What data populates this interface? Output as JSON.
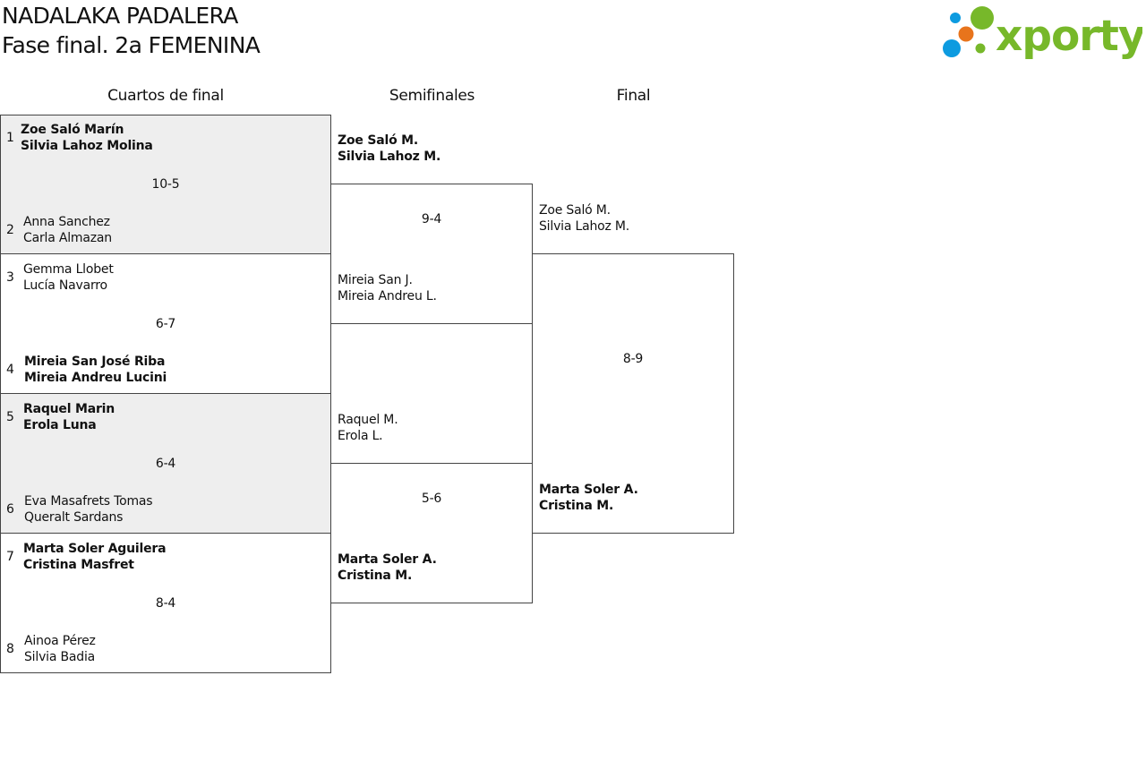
{
  "header": {
    "title": "NADALAKA PADALERA",
    "subtitle": "Fase final. 2a FEMENINA"
  },
  "logo": {
    "text": "xporty",
    "colors": {
      "green": "#77b82a",
      "blue": "#0d9be0",
      "orange": "#e8741c"
    }
  },
  "rounds": {
    "quarters": "Cuartos de final",
    "semis": "Semifinales",
    "final": "Final"
  },
  "quarterfinals": [
    {
      "top": {
        "seed": "1",
        "p1": "Zoe Saló Marín",
        "p2": "Silvia Lahoz Molina",
        "winner": true
      },
      "score": "10-5",
      "bottom": {
        "seed": "2",
        "p1": "Anna Sanchez",
        "p2": "Carla Almazan",
        "winner": false
      }
    },
    {
      "top": {
        "seed": "3",
        "p1": "Gemma Llobet",
        "p2": "Lucía Navarro",
        "winner": false
      },
      "score": "6-7",
      "bottom": {
        "seed": "4",
        "p1": "Mireia San José Riba",
        "p2": "Mireia Andreu Lucini",
        "winner": true
      }
    },
    {
      "top": {
        "seed": "5",
        "p1": "Raquel Marin",
        "p2": "Erola Luna",
        "winner": true
      },
      "score": "6-4",
      "bottom": {
        "seed": "6",
        "p1": "Eva Masafrets Tomas",
        "p2": "Queralt Sardans",
        "winner": false
      }
    },
    {
      "top": {
        "seed": "7",
        "p1": "Marta Soler Aguilera",
        "p2": "Cristina Masfret",
        "winner": true
      },
      "score": "8-4",
      "bottom": {
        "seed": "8",
        "p1": "Ainoa Pérez",
        "p2": "Silvia Badia",
        "winner": false
      }
    }
  ],
  "semifinals": [
    {
      "top": {
        "p1": "Zoe Saló M.",
        "p2": "Silvia Lahoz M.",
        "winner": true
      },
      "score": "9-4",
      "bottom": {
        "p1": "Mireia San J.",
        "p2": "Mireia Andreu L.",
        "winner": false
      }
    },
    {
      "top": {
        "p1": "Raquel M.",
        "p2": "Erola L.",
        "winner": false
      },
      "score": "5-6",
      "bottom": {
        "p1": "Marta Soler A.",
        "p2": "Cristina M.",
        "winner": true
      }
    }
  ],
  "final": {
    "top": {
      "p1": "Zoe Saló M.",
      "p2": "Silvia Lahoz M.",
      "winner": false
    },
    "score": "8-9",
    "bottom": {
      "p1": "Marta Soler A.",
      "p2": "Cristina M.",
      "winner": true
    }
  }
}
